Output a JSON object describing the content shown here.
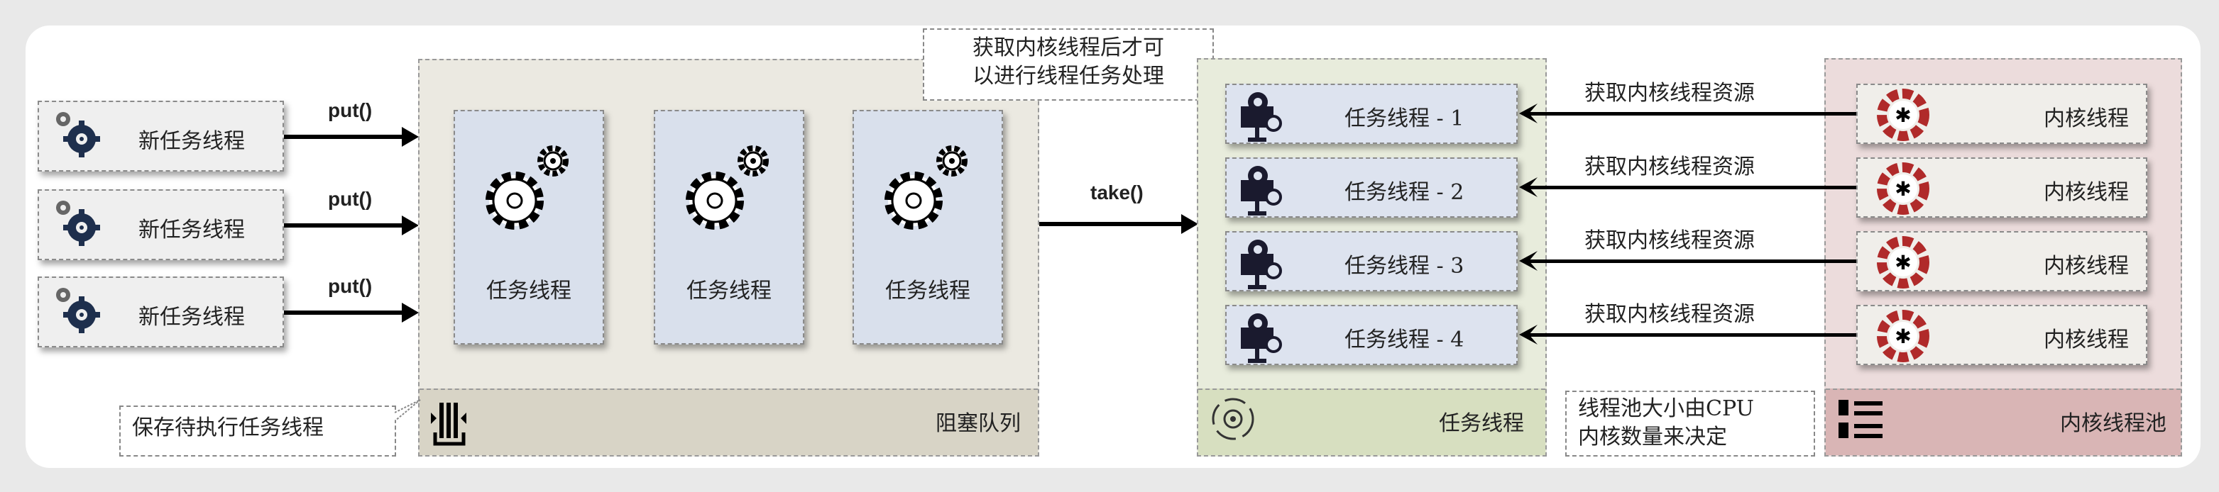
{
  "new_tasks": {
    "label": "新任务线程",
    "put_label": "put()"
  },
  "queue": {
    "title": "阻塞队列",
    "item_label": "任务线程",
    "callout": "保存待执行任务线程"
  },
  "take_label": "take()",
  "top_callout": {
    "line1": "获取内核线程后才可",
    "line2": "以进行线程任务处理"
  },
  "task_panel": {
    "title": "任务线程",
    "items": [
      "任务线程 - 1",
      "任务线程 - 2",
      "任务线程 - 3",
      "任务线程 - 4"
    ]
  },
  "arrow_label": "获取内核线程资源",
  "kernel_pool": {
    "title": "内核线程池",
    "item_label": "内核线程",
    "callout_line1": "线程池大小由CPU",
    "callout_line2": "内核数量来决定"
  },
  "colors": {
    "gear_dark": "#1e2f4d",
    "gear_red": "#b02a2a"
  }
}
